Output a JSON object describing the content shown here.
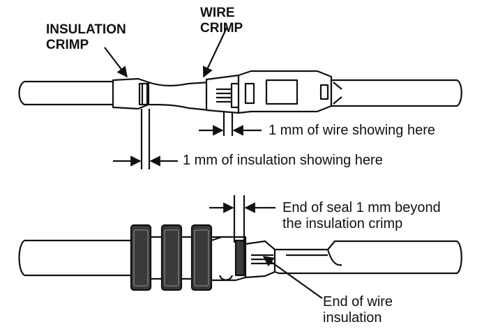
{
  "top_view": {
    "insulation_crimp_label": [
      "INSULATION",
      "CRIMP"
    ],
    "wire_crimp_label": [
      "WIRE",
      "CRIMP"
    ],
    "wire_showing_note": "1 mm of wire showing here",
    "insulation_showing_note": "1 mm of insulation showing here"
  },
  "bottom_view": {
    "seal_note": [
      "End of seal 1 mm beyond",
      "the insulation crimp"
    ],
    "wire_insulation_label": [
      "End of wire",
      "insulation"
    ]
  },
  "colors": {
    "ink": "#111111",
    "part_fill": "#ffffff",
    "seal_fill": "#3a3a3a"
  }
}
